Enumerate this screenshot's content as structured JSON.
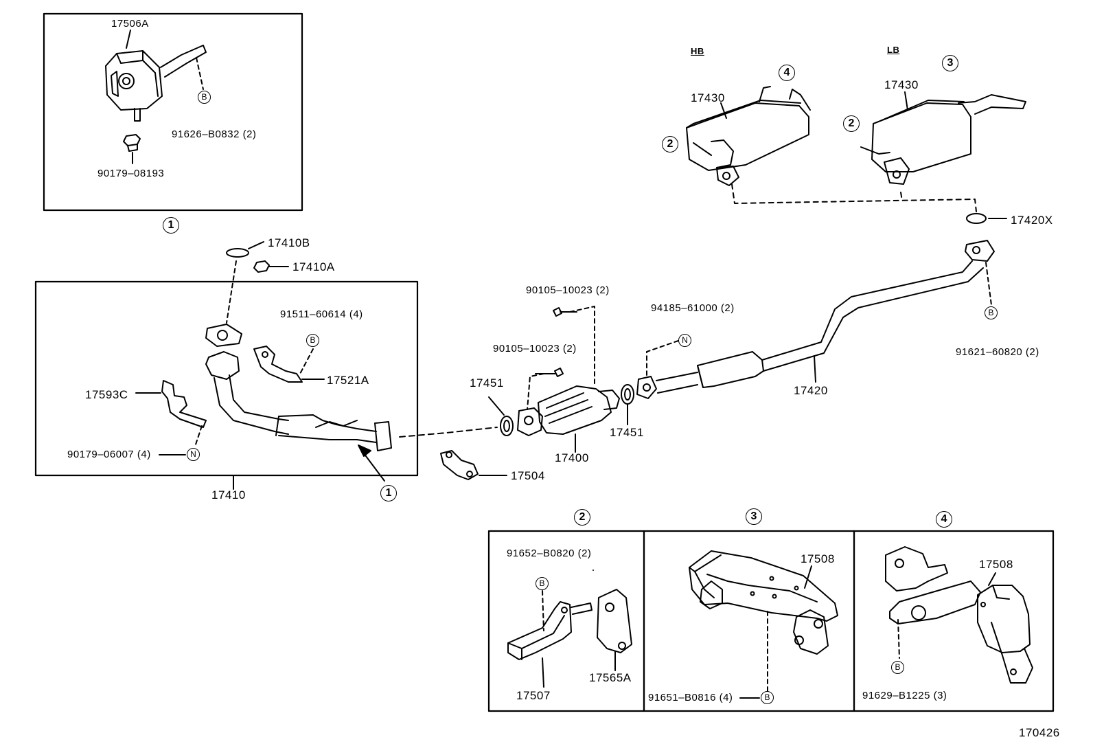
{
  "labels": {
    "p17506A": "17506A",
    "p91626": "91626–B0832 (2)",
    "p90179_08193": "90179–08193",
    "p17410B": "17410B",
    "p17410A": "17410A",
    "p91511": "91511–60614 (4)",
    "p17521A": "17521A",
    "p17593C": "17593C",
    "p90179_06007": "90179–06007 (4)",
    "p17410": "17410",
    "p90105_a": "90105–10023 (2)",
    "p90105_b": "90105–10023 (2)",
    "p17451_a": "17451",
    "p17451_b": "17451",
    "p17400": "17400",
    "p17504": "17504",
    "p94185": "94185–61000 (2)",
    "p17420": "17420",
    "p17420X": "17420X",
    "p91621": "91621–60820 (2)",
    "hb": "HB",
    "lb": "LB",
    "p17430_hb": "17430",
    "p17430_lb": "17430",
    "p91652": "91652–B0820 (2)",
    "p17507": "17507",
    "p17565A": "17565A",
    "p17508_3": "17508",
    "p91651": "91651–B0816 (4)",
    "p17508_4": "17508",
    "p91629": "91629–B1225 (3)",
    "figure_no": "170426"
  },
  "callouts": {
    "one": "1",
    "two": "2",
    "three": "3",
    "four": "4",
    "letter_b": "B",
    "letter_n": "N"
  }
}
